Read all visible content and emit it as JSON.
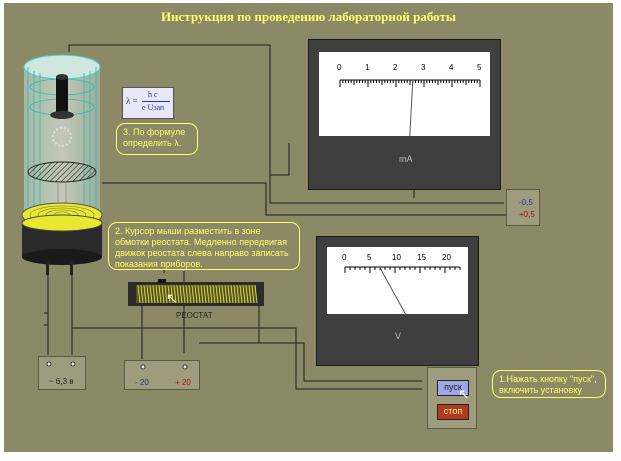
{
  "title": "Инструкция по проведению лабораторной работы",
  "formula": {
    "lhs": "λ =",
    "numerator": "h c",
    "denominator": "e Uзап"
  },
  "step3": "3. По формуле определить λ.",
  "step2": "2. Курсор мыши разместить в зоне обмотки реостата. Медленно передвигая движок реостата слева направо записать показания приборов.",
  "step1": "1.Нажать кнопку \"пуск\", включить установку",
  "ammeter": {
    "unit": "mA",
    "ticks": [
      "0",
      "1",
      "2",
      "3",
      "4",
      "5"
    ],
    "reading": 2.6
  },
  "voltmeter": {
    "unit": "V",
    "ticks": [
      "0",
      "5",
      "10",
      "15",
      "20"
    ],
    "reading": 8.5
  },
  "ammeter_terminals": {
    "minus": "-0,5",
    "plus": "+0,5"
  },
  "rheostat": {
    "label": "РЕОСТАТ"
  },
  "power_heater": {
    "label": "~ 6,3 в"
  },
  "power_dc": {
    "minus": "- 20",
    "plus": "+ 20"
  },
  "buttons": {
    "start": "пуск",
    "stop": "стоп"
  },
  "colors": {
    "background": "#8c8a66",
    "accent": "#ffff66",
    "meter_body": "#3f3f3f"
  }
}
